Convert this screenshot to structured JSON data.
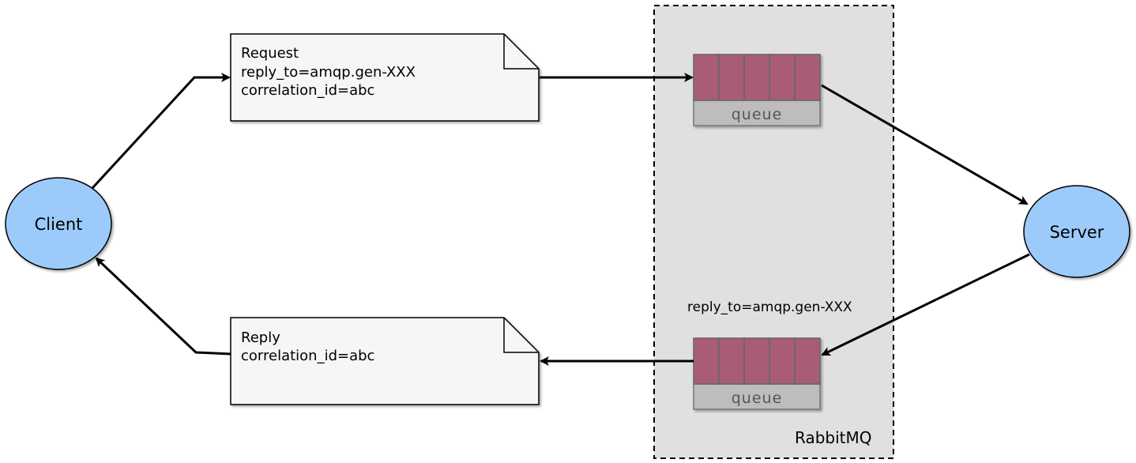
{
  "nodes": {
    "client": {
      "label": "Client"
    },
    "server": {
      "label": "Server"
    }
  },
  "messages": {
    "request": {
      "lines": [
        "Request",
        "reply_to=amqp.gen-XXX",
        "correlation_id=abc"
      ]
    },
    "reply": {
      "lines": [
        "Reply",
        "correlation_id=abc"
      ]
    }
  },
  "broker": {
    "label": "RabbitMQ",
    "request_queue": {
      "label": "queue"
    },
    "reply_queue": {
      "label": "queue",
      "name_label": "reply_to=amqp.gen-XXX"
    }
  },
  "colors": {
    "node_fill": "#9ccbfb",
    "queue_cell": "#a85c75",
    "queue_label_bg": "#bdbdbd",
    "broker_bg": "#e0e0e0",
    "note_bg": "#f6f6f6"
  }
}
